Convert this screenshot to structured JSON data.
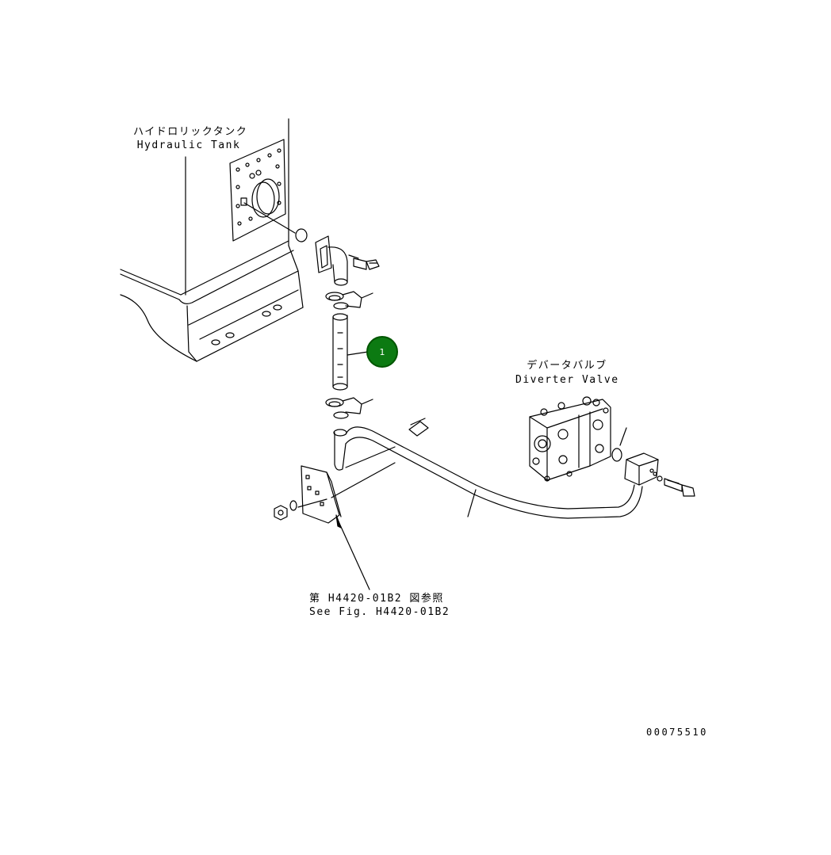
{
  "labels": {
    "hydraulic_tank_jp": "ハイドロリックタンク",
    "hydraulic_tank_en": "Hydraulic Tank",
    "diverter_valve_jp": "デバータバルブ",
    "diverter_valve_en": "Diverter Valve",
    "see_fig_jp": "第 H4420-01B2 図参照",
    "see_fig_en": "See Fig. H4420-01B2"
  },
  "callout": {
    "number": "1",
    "color": "#0c7a12"
  },
  "image_id": "00075510"
}
